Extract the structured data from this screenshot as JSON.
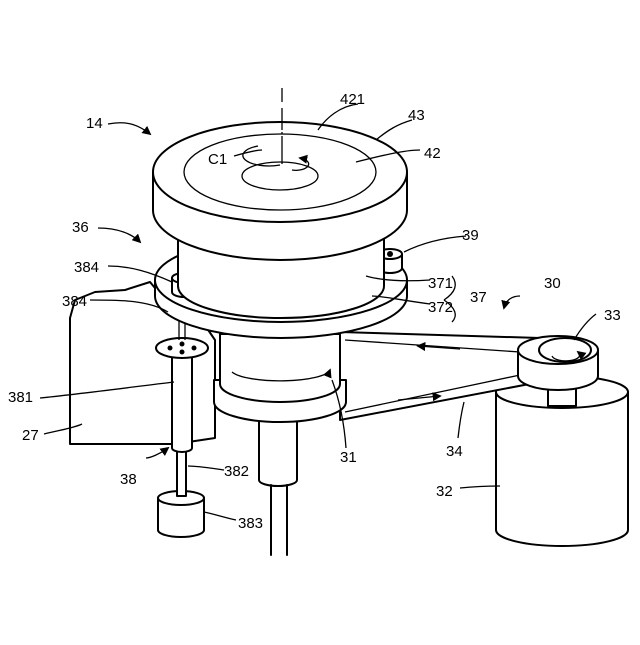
{
  "labels": {
    "l14": "14",
    "l421": "421",
    "l43": "43",
    "lC1": "C1",
    "l42": "42",
    "l36": "36",
    "l39": "39",
    "l384a": "384",
    "l371": "371",
    "l37": "37",
    "l30": "30",
    "l33": "33",
    "l384b": "384",
    "l372": "372",
    "l381": "381",
    "l27": "27",
    "l31": "31",
    "l34": "34",
    "l38": "38",
    "l382": "382",
    "l32": "32",
    "l383": "383"
  }
}
